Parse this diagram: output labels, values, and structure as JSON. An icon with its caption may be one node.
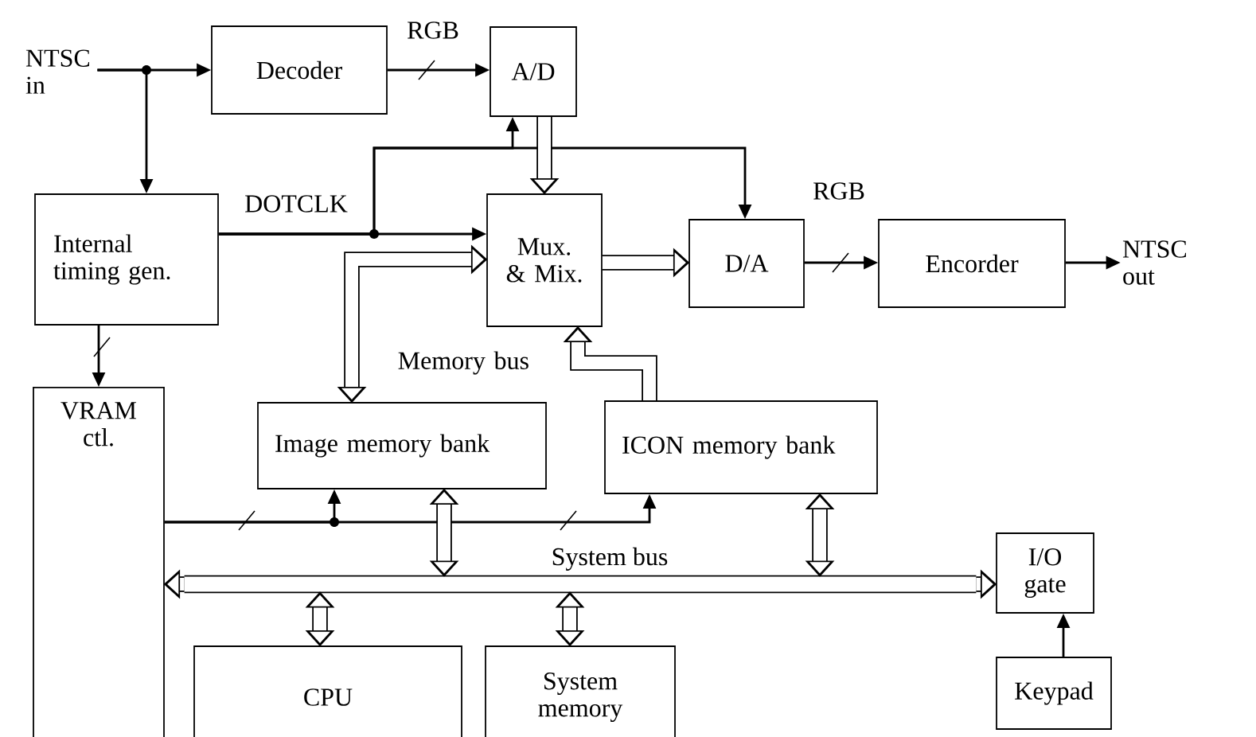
{
  "diagram": {
    "nodes": [
      {
        "text": [
          "NTSC in"
        ]
      },
      {
        "text": [
          "Decoder"
        ]
      },
      {
        "text": [
          "A/D"
        ]
      },
      {
        "text": [
          "Internal timing gen."
        ]
      },
      {
        "text": [
          "Mux. & Mix."
        ]
      },
      {
        "text": [
          "D/A"
        ]
      },
      {
        "text": [
          "Encorder"
        ]
      },
      {
        "text": [
          "NTSC out"
        ]
      },
      {
        "text": [
          "VRAM ctl."
        ]
      },
      {
        "text": [
          "Image memory bank"
        ]
      },
      {
        "text": [
          "ICON memory bank"
        ]
      },
      {
        "text": [
          "System bus"
        ]
      },
      {
        "text": [
          "I/O gate"
        ]
      },
      {
        "text": [
          "Keypad"
        ]
      },
      {
        "text": [
          "CPU"
        ]
      },
      {
        "text": [
          "System memory"
        ]
      }
    ],
    "edges": [
      {
        "from": 0,
        "to": 1,
        "arrow": "to"
      },
      {
        "from": 0,
        "to": 3,
        "arrow": "to"
      },
      {
        "from": 1,
        "to": 2,
        "arrow": "to",
        "label": "RGB"
      },
      {
        "from": 3,
        "to": 4,
        "arrow": "to",
        "label": "DOTCLK"
      },
      {
        "from": 3,
        "to": 2,
        "arrow": "to"
      },
      {
        "from": 3,
        "to": 5,
        "arrow": "to"
      },
      {
        "from": 2,
        "to": 4,
        "arrow": "to",
        "style": "thick"
      },
      {
        "from": 4,
        "to": 5,
        "arrow": "to",
        "style": "thick"
      },
      {
        "from": 5,
        "to": 6,
        "arrow": "to",
        "label": "RGB"
      },
      {
        "from": 6,
        "to": 7,
        "arrow": "to"
      },
      {
        "from": 3,
        "to": 8,
        "arrow": "to"
      },
      {
        "from": 4,
        "to": 9,
        "arrow": "both",
        "style": "thick"
      },
      {
        "from": 10,
        "to": 4,
        "arrow": "to",
        "style": "thick"
      },
      {
        "from": 8,
        "to": 9,
        "arrow": "to"
      },
      {
        "from": 8,
        "to": 10,
        "arrow": "to"
      },
      {
        "from": 9,
        "to": 11,
        "arrow": "both",
        "style": "thick"
      },
      {
        "from": 10,
        "to": 11,
        "arrow": "both",
        "style": "thick"
      },
      {
        "from": 11,
        "to": 8,
        "arrow": "to",
        "style": "thick"
      },
      {
        "from": 11,
        "to": 12,
        "arrow": "to",
        "style": "thick"
      },
      {
        "from": 14,
        "to": 11,
        "arrow": "both",
        "style": "thick"
      },
      {
        "from": 15,
        "to": 11,
        "arrow": "both",
        "style": "thick"
      },
      {
        "from": 13,
        "to": 12,
        "arrow": "to"
      }
    ],
    "labels": [
      "Memory bus"
    ]
  }
}
